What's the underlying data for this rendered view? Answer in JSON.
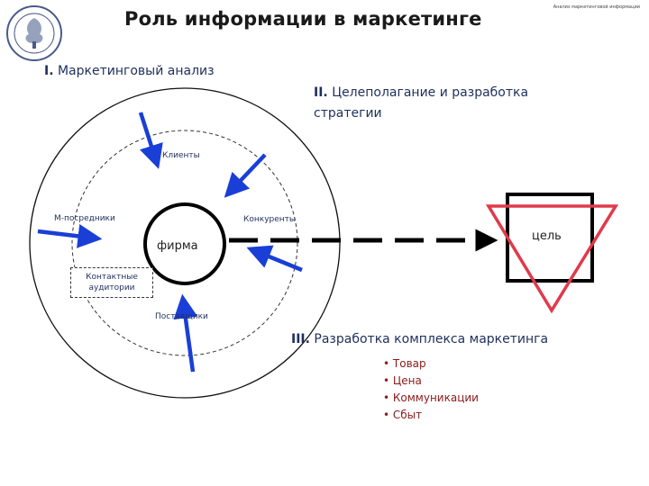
{
  "title": "Роль информации в маркетинге",
  "corner_text": "Анализ маркетинговой информации",
  "sections": {
    "s1_num": "I.",
    "s1_text": " Маркетинговый анализ",
    "s2_num": "II.",
    "s2_line1": " Целеполагание и разработка",
    "s2_line2": "стратегии",
    "s3_num": "III.",
    "s3_text": " Разработка комплекса маркетинга"
  },
  "diagram": {
    "center": "фирма",
    "clients": "Клиенты",
    "competitors": "Конкуренты",
    "intermediaries": "М-посредники",
    "audiences_line1": "Контактные",
    "audiences_line2": "аудитории",
    "suppliers": "Поставщики",
    "goal": "цель"
  },
  "mix_items": [
    "• Товар",
    "• Цена",
    "• Коммуникации",
    "• Сбыт"
  ],
  "colors": {
    "arrow_blue": "#1a3fd6",
    "triangle_red": "#e03a4a",
    "text_navy": "#1f2f5c",
    "mix_text": "#8b1a1a"
  },
  "icons": [
    "university-logo"
  ]
}
